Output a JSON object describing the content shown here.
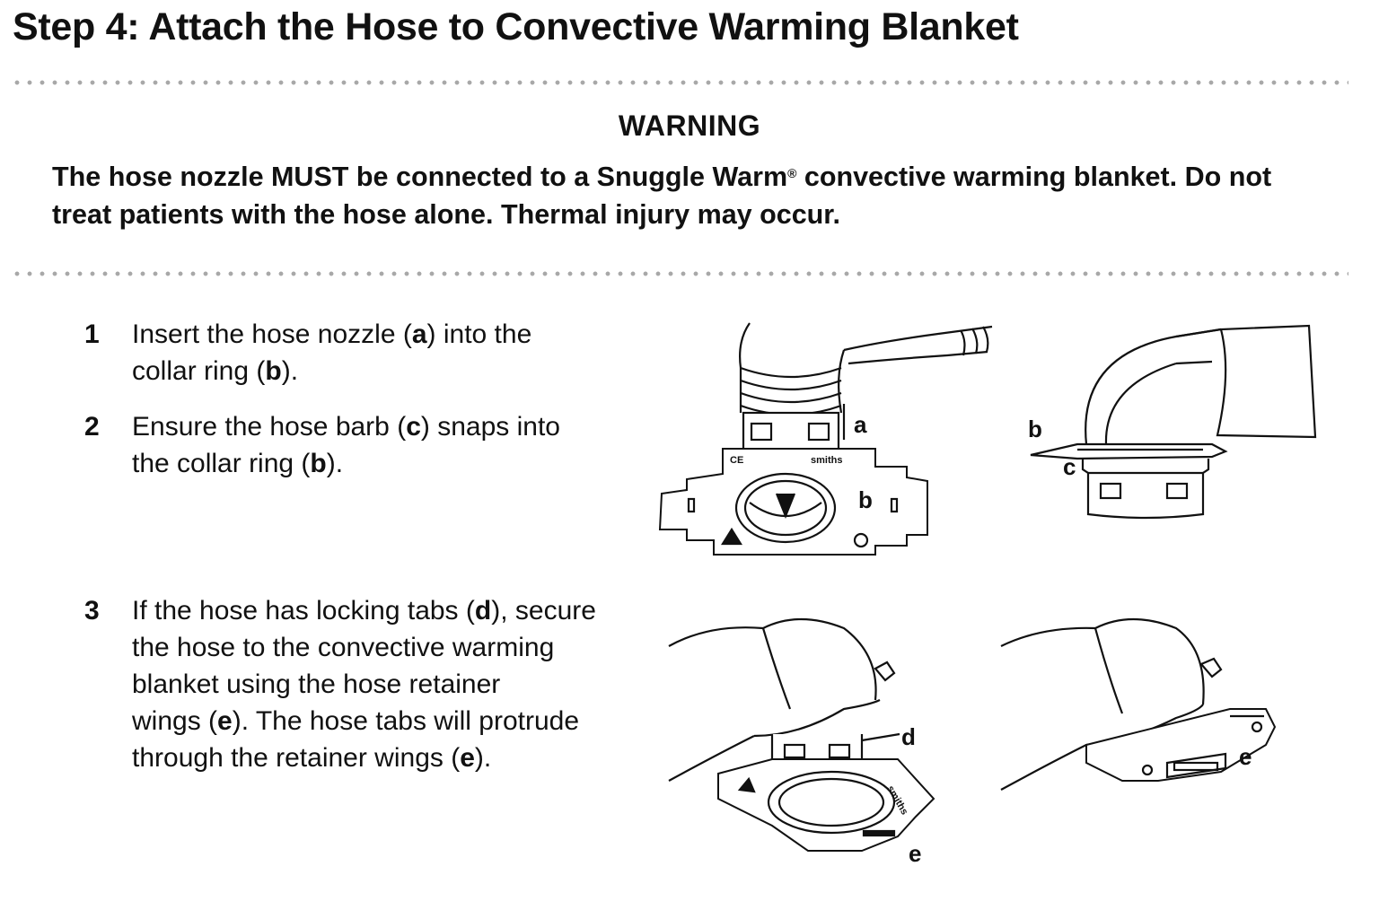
{
  "title": "Step 4: Attach the Hose to Convective Warming Blanket",
  "warning": {
    "heading": "WARNING",
    "line1_a": "The hose nozzle MUST be connected to a Snuggle Warm",
    "registered": "®",
    "line1_b": " convective warming blanket. Do not",
    "line2": "treat patients with the hose alone. Thermal injury may occur."
  },
  "steps": [
    {
      "number": "1",
      "parts": [
        "Insert the hose nozzle (",
        "a",
        ") into the",
        "collar ring (",
        "b",
        ")."
      ]
    },
    {
      "number": "2",
      "parts": [
        "Ensure the hose barb (",
        "c",
        ") snaps into",
        "the collar ring (",
        "b",
        ")."
      ]
    },
    {
      "number": "3",
      "parts": [
        "If the hose has locking tabs (",
        "d",
        "), secure",
        "the hose to the convective warming",
        "blanket using the hose retainer",
        "wings (",
        "e",
        "). The hose tabs will protrude",
        "through the retainer wings (",
        "e",
        ")."
      ]
    }
  ],
  "figures": {
    "fig1_labels": [
      "a",
      "b"
    ],
    "fig1_marks": [
      "CE",
      "smiths"
    ],
    "fig2_labels": [
      "b",
      "c"
    ],
    "fig3_labels": [
      "d",
      "e"
    ],
    "fig3_marks": [
      "smiths"
    ],
    "fig4_labels": [
      "e"
    ]
  }
}
